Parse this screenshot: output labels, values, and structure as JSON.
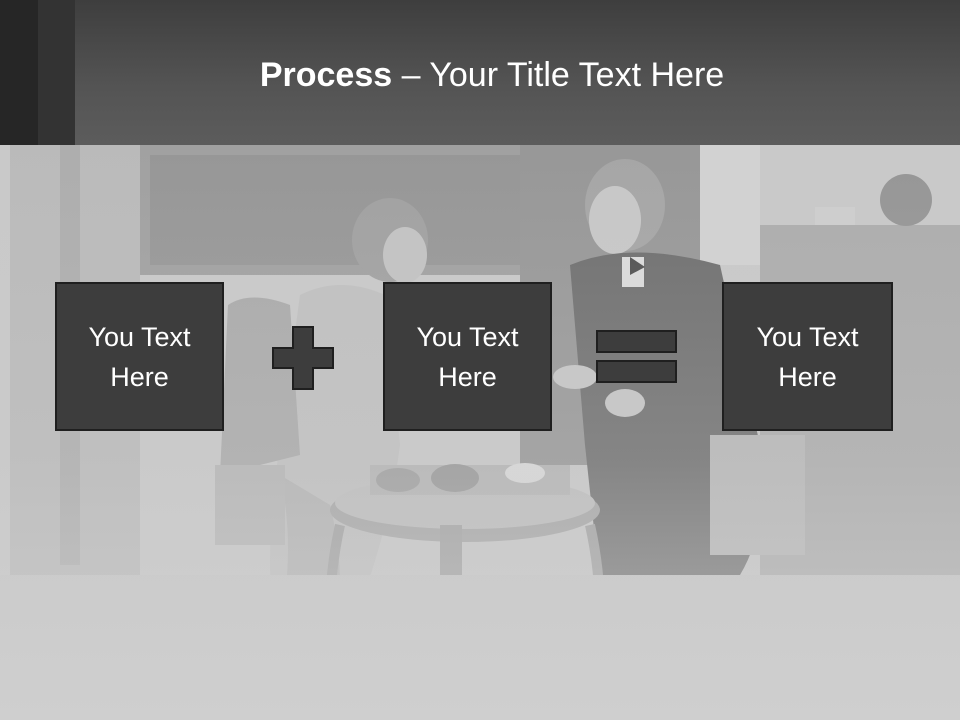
{
  "slide": {
    "title_bold": "Process",
    "title_rest": " – Your Title Text Here"
  },
  "process": {
    "steps": [
      {
        "line1": "You Text",
        "line2": "Here"
      },
      {
        "line1": "You Text",
        "line2": "Here"
      },
      {
        "line1": "You Text",
        "line2": "Here"
      }
    ],
    "operators": [
      "plus-icon",
      "equals-icon"
    ]
  },
  "colors": {
    "header": "#545454",
    "box_fill": "#3d3d3d",
    "box_border": "#1f1f1f",
    "operator": "#3d3d3d",
    "text": "#ffffff"
  }
}
